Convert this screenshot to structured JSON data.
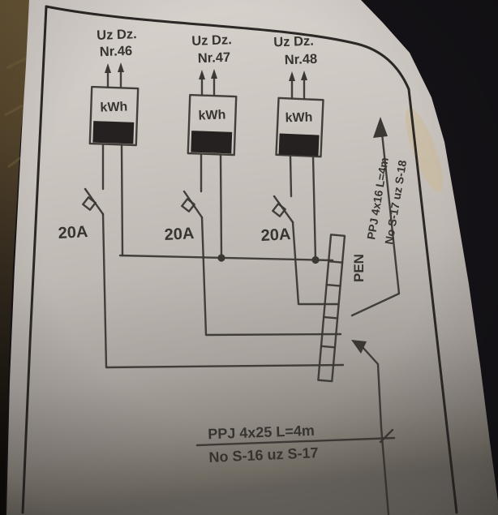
{
  "meters": [
    {
      "title_line1": "Uz Dz.",
      "title_line2": "Nr.46",
      "unit": "kWh",
      "breaker": "20A"
    },
    {
      "title_line1": "Uz Dz.",
      "title_line2": "Nr.47",
      "unit": "kWh",
      "breaker": "20A"
    },
    {
      "title_line1": "Uz Dz.",
      "title_line2": "Nr.48",
      "unit": "kWh",
      "breaker": "20A"
    }
  ],
  "bus": {
    "label": "PEN"
  },
  "outgoing_cable": {
    "name": "PPJ 4x16 L=4m",
    "route": "No S-17 uz S-18"
  },
  "incoming_cable": {
    "name": "PPJ 4x25 L=4m",
    "route": "No S-16 uz S-17"
  },
  "colors": {
    "paper": "#c8c2bd",
    "ink": "#3b3733",
    "background_dark": "#141216",
    "wood": "#5a4a2e",
    "meter_band": "#242120"
  }
}
